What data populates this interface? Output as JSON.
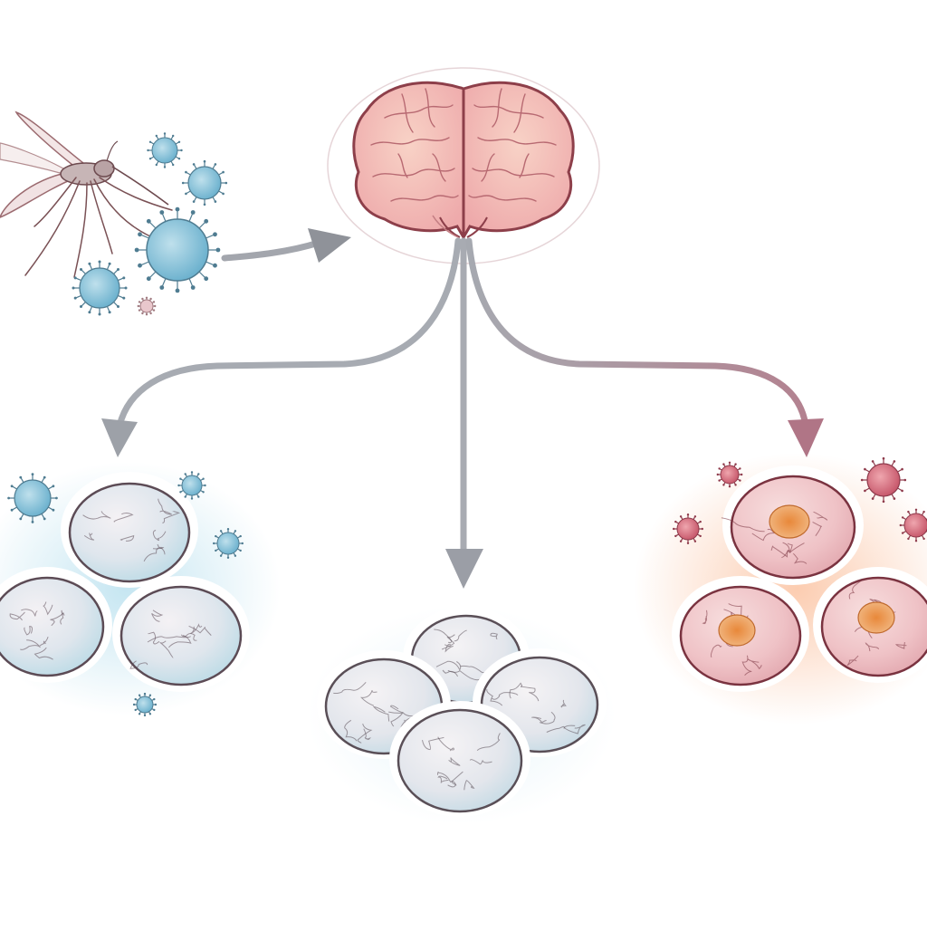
{
  "diagram": {
    "title": "",
    "labels": [],
    "nodes": [
      {
        "id": "vector",
        "kind": "mosquito-with-virus-particles"
      },
      {
        "id": "brain",
        "kind": "brain"
      },
      {
        "id": "cells-left",
        "kind": "uninflamed-cell-cluster",
        "count": 3
      },
      {
        "id": "cells-center",
        "kind": "healthy-cell-cluster",
        "count": 4
      },
      {
        "id": "cells-right",
        "kind": "inflamed-cell-cluster",
        "count": 3
      }
    ],
    "edges": [
      {
        "from": "vector",
        "to": "brain"
      },
      {
        "from": "brain",
        "to": "cells-left"
      },
      {
        "from": "brain",
        "to": "cells-center"
      },
      {
        "from": "brain",
        "to": "cells-right"
      }
    ]
  },
  "colors": {
    "background": "#ffffff",
    "arrow": "#a3a6ad",
    "arrow_right_end": "#b38290",
    "brain_fill": "#f1b7b3",
    "brain_stroke": "#8d3f4a",
    "virus_blue": "#8fc7dd",
    "virus_red": "#d47686",
    "cell_blue": "#d6e8ef",
    "cell_pink": "#efc2c6",
    "cell_nucleus": "#e59a4c",
    "glow_blue": "#bfe3f0",
    "glow_orange": "#fbc7a8"
  }
}
